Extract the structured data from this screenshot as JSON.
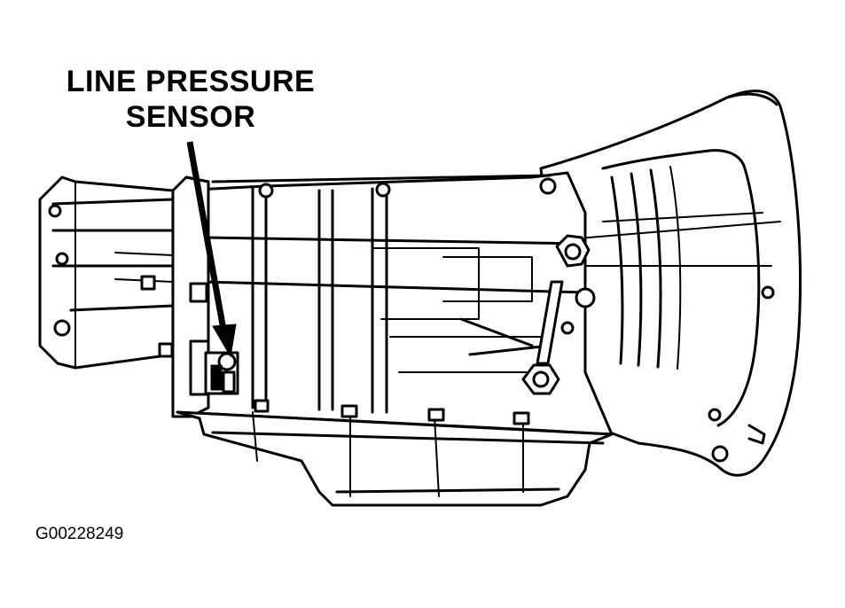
{
  "callout": {
    "line1": "LINE PRESSURE",
    "line2": "SENSOR"
  },
  "figure_id": "G00228249",
  "icons": {
    "transmission": "automatic-transmission-illustration",
    "sensor": "line-pressure-sensor-icon",
    "arrow": "callout-arrow-icon"
  }
}
